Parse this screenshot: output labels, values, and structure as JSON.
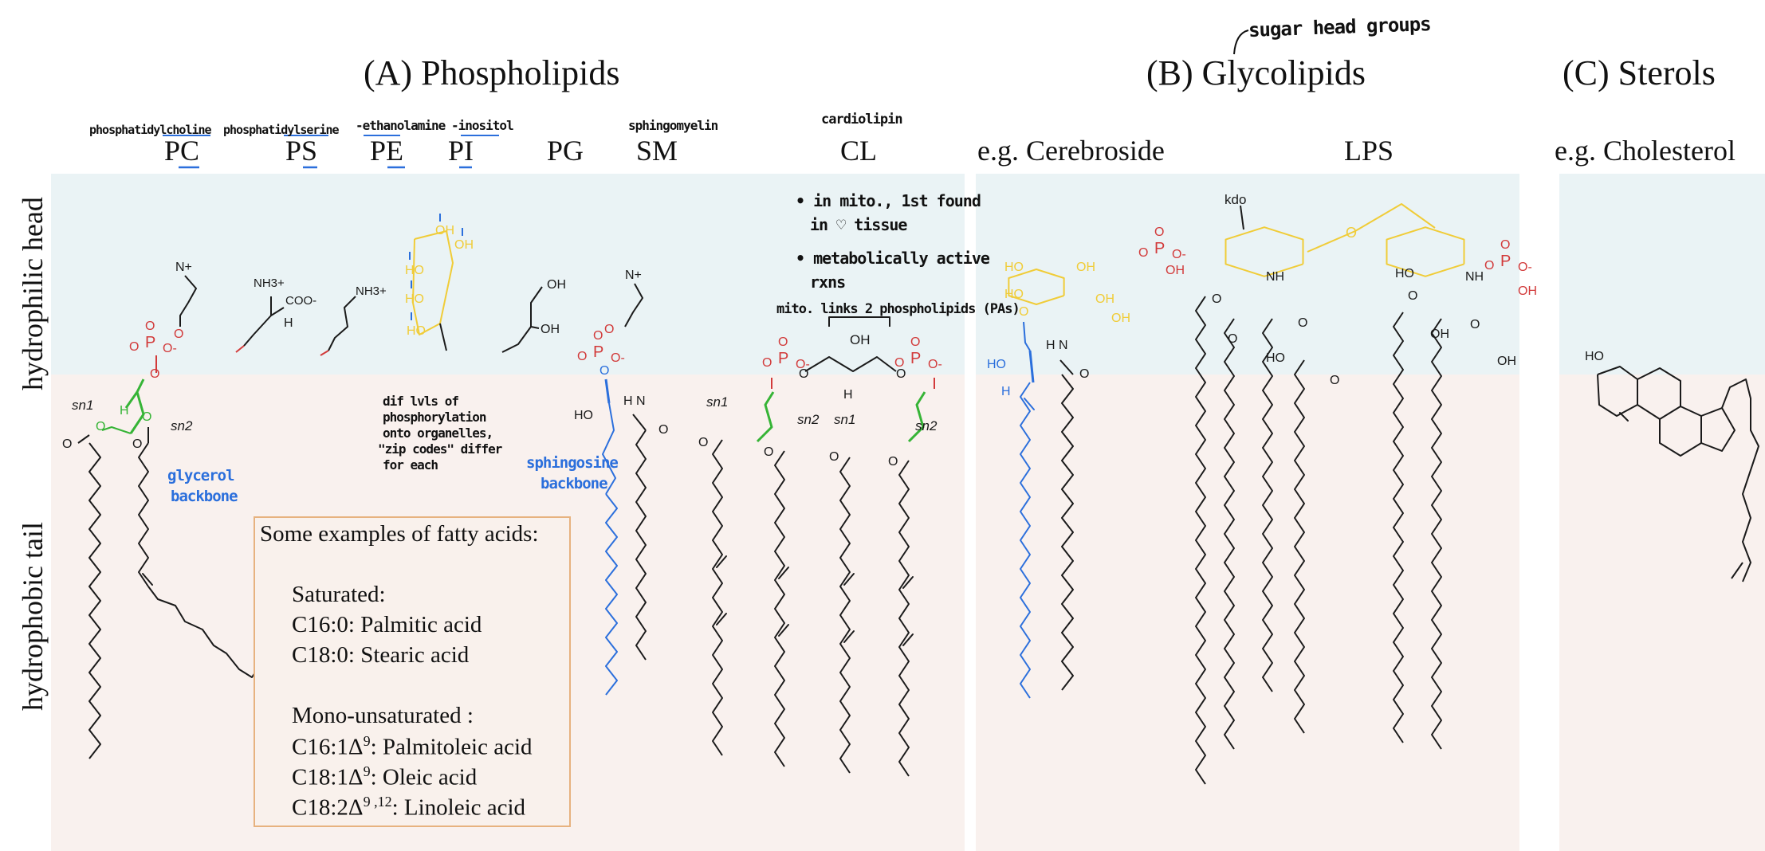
{
  "colors": {
    "head_band": "#eaf3f5",
    "tail_band": "#f9f1ee",
    "phosphate_red": "#d23a3a",
    "glycerol_green": "#36b436",
    "sphingosine_blue": "#2b6fdc",
    "sugar_yellow": "#f0cc38",
    "bond_black": "#1a1a1a",
    "box_border": "#e7b27f"
  },
  "sections": {
    "a": "(A) Phospholipids",
    "b": "(B) Glycolipids",
    "c": "(C) Sterols"
  },
  "annotation_top": "sugar head groups",
  "regions": {
    "head": "hydrophilic head",
    "tail": "hydrophobic tail"
  },
  "lipids": {
    "pc": "PC",
    "ps": "PS",
    "pe": "PE",
    "pi": "PI",
    "pg": "PG",
    "sm": "SM",
    "cl": "CL",
    "cerebroside": "e.g. Cerebroside",
    "lps": "LPS",
    "cholesterol": "e.g. Cholesterol"
  },
  "handwritten": {
    "pc_name": "phosphatidylcholine",
    "ps_name": "phosphatidylserine",
    "pe_name": "-ethanolamine",
    "pi_name": "-inositol",
    "sm_name": "sphingomyelin",
    "cl_name": "cardiolipin",
    "cl_note_1a": "• in mito., 1st found",
    "cl_note_1b": "in ♡ tissue",
    "cl_note_2a": "• metabolically active",
    "cl_note_2b": "rxns",
    "cl_note_3": "mito. links 2 phospholipids (PAs)",
    "pi_note_1": "dif lvls of",
    "pi_note_2": "phosphorylation",
    "pi_note_3": "onto organelles,",
    "pi_note_4": "\"zip codes\" differ",
    "pi_note_5": "for each",
    "glycerol_1": "glycerol",
    "glycerol_2": "backbone",
    "sphingosine_1": "sphingosine",
    "sphingosine_2": "backbone"
  },
  "chem_labels": {
    "sn1": "sn1",
    "sn2": "sn2",
    "kdo": "kdo",
    "nme3": "N+",
    "nh3": "NH3+",
    "coo": "COO-",
    "h": "H",
    "oh": "OH",
    "ho": "HO",
    "o": "O",
    "p": "P",
    "o_minus": "O-",
    "nh": "NH",
    "n_h": "H\nN"
  },
  "fatty_acids": {
    "title": "Some examples of fatty acids:",
    "saturated_heading": "Saturated:",
    "saturated": [
      "C16:0: Palmitic acid",
      "C18:0: Stearic acid"
    ],
    "mono_heading": "Mono-unsaturated :",
    "mono": [
      {
        "main": "C16:1Δ",
        "sup": "9",
        "rest": ": Palmitoleic acid"
      },
      {
        "main": "C18:1Δ",
        "sup": "9",
        "rest": ": Oleic acid"
      },
      {
        "main": "C18:2Δ",
        "sup": "9 ,12",
        "rest": ": Linoleic acid"
      }
    ]
  }
}
